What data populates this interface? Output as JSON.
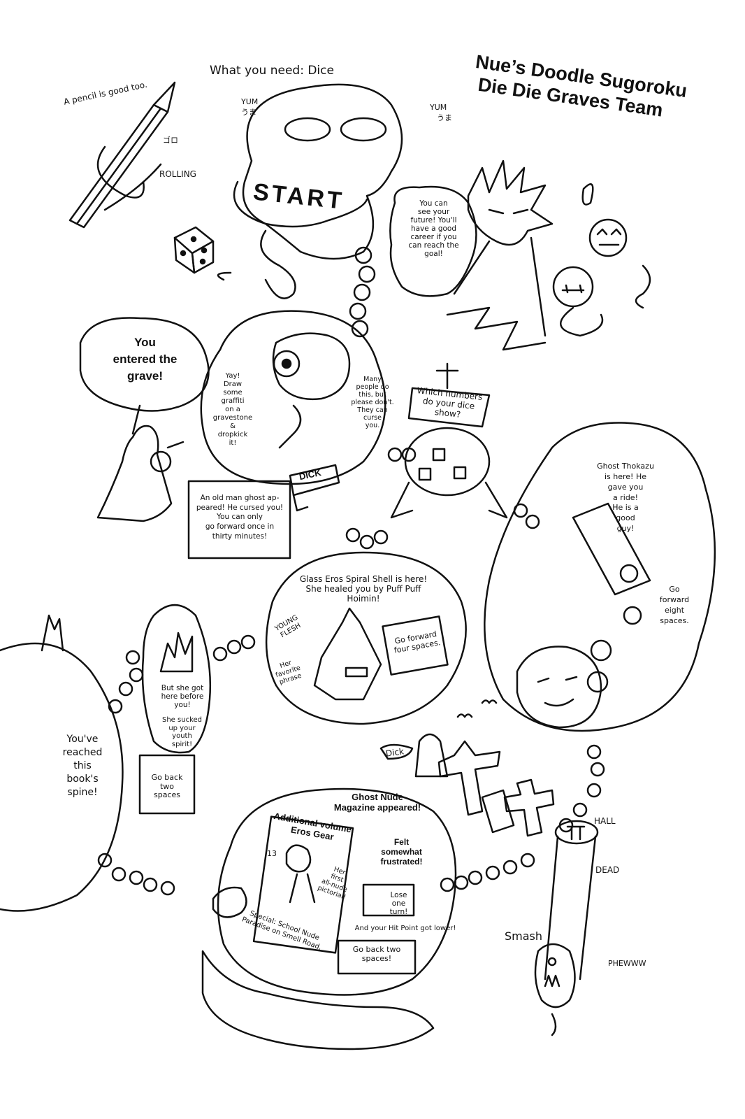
{
  "title": {
    "line1": "Nue’s Doodle Sugoroku",
    "line2": "Die Die Graves Team"
  },
  "need": "What you need: Dice",
  "pencil_note": "A pencil is good too.",
  "sfx": {
    "yum_left": "YUM",
    "yum_left_jp": "うま",
    "yum_right": "YUM",
    "yum_right_jp": "うま",
    "go_jp": "ゴロ",
    "rolling": "ROLLING",
    "young_flesh": "YOUNG\nFLESH",
    "hall": "HALL",
    "dead": "DEAD",
    "smash": "Smash",
    "phewww": "PHEWWW",
    "dick_plank": "DICK",
    "dick_sign": "Dick"
  },
  "start_text": "START",
  "bubbles": {
    "future": "You can\nsee your\nfuture! You'll\nhave a good\ncareer if you\ncan reach the\ngoal!",
    "grave": "You\nentered the\ngrave!",
    "graffiti": "Yay!\nDraw\nsome\ngraffiti\non a\ngravestone\n&\ndropkick\nit!",
    "many_people": "Many\npeople do\nthis, but\nplease don't.\nThey can\ncurse\nyou.",
    "old_man": "An old man ghost ap-\npeared! He cursed you!\nYou can only\ngo forward once in\nthirty minutes!",
    "which_numbers": "Which numbers\ndo your dice\nshow?",
    "thokazu": "Ghost Thokazu\nis here! He\ngave you\na ride!\nHe is a\ngood\nguy!",
    "forward_eight": "Go\nforward\neight\nspaces.",
    "glass_eros": "Glass Eros Spiral Shell is here!\nShe healed you by Puff Puff\nHoimin!",
    "forward_four": "Go forward\nfour spaces.",
    "her_favorite": "Her\nfavorite\nphrase",
    "got_here": "But she got\nhere before\nyou!",
    "sucked": "She sucked\nup your\nyouth\nspirit!",
    "back_two_a": "Go back\ntwo\nspaces",
    "spine": "You've\nreached\nthis\nbook's\nspine!",
    "ghost_nude": "Ghost Nude\nMagazine appeared!",
    "additional": "Additional volume:\nEros Gear",
    "her_first": "Her\nfirst\nall-nude\npictorial!",
    "special": "Special: School Nude\nParadise on Smell Road.",
    "felt": "Felt\nsomewhat\nfrustrated!",
    "lose_turn": "Lose\none turn!",
    "hit_point": "And your Hit Point got lower!",
    "back_two_b": "Go back two\nspaces!",
    "issue_no": "13"
  },
  "colors": {
    "ink": "#111111",
    "paper": "#ffffff"
  }
}
